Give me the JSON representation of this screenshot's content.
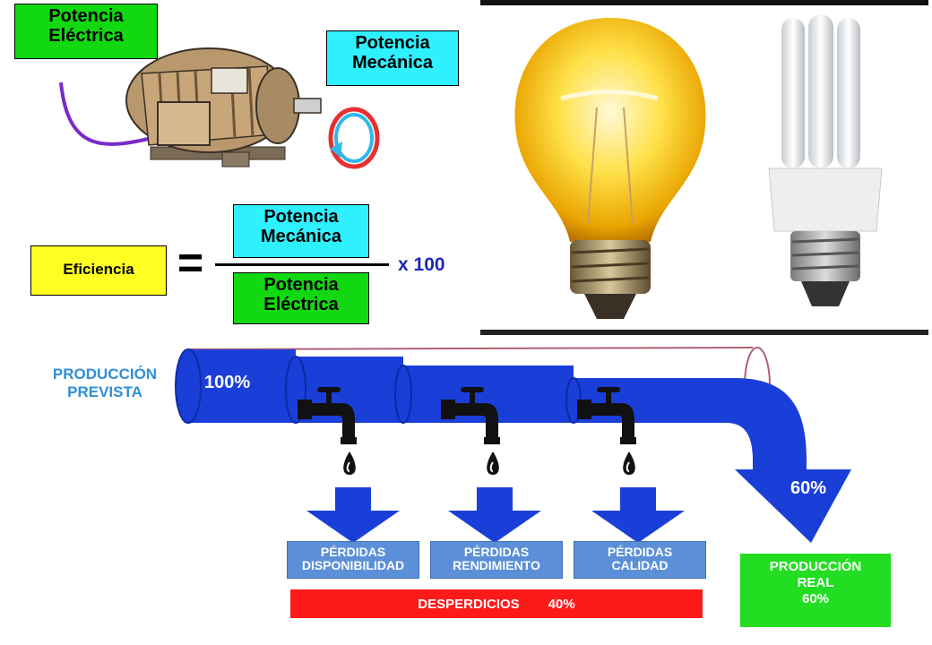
{
  "motor": {
    "electric_power": [
      "Potencia",
      "Eléctrica"
    ],
    "mechanical_power": [
      "Potencia",
      "Mecánica"
    ],
    "efficiency_label": "Eficiencia",
    "equals": "=",
    "numerator": [
      "Potencia",
      "Mecánica"
    ],
    "denominator": [
      "Potencia",
      "Eléctrica"
    ],
    "multiplier": "x 100"
  },
  "pipe": {
    "planned_label": [
      "PRODUCCIÓN",
      "PREVISTA"
    ],
    "start_pct": "100%",
    "end_pct": "60%",
    "losses": [
      {
        "line1": "PÉRDIDAS",
        "line2": "DISPONIBILIDAD"
      },
      {
        "line1": "PÉRDIDAS",
        "line2": "RENDIMIENTO"
      },
      {
        "line1": "PÉRDIDAS",
        "line2": "CALIDAD"
      }
    ],
    "waste_label": "DESPERDICIOS",
    "waste_pct": "40%",
    "real": [
      "PRODUCCIÓN",
      "REAL",
      "60%"
    ]
  },
  "colors": {
    "label_green": "#11d811",
    "label_cyan": "#2ff0ff",
    "label_yellow": "#ffff22",
    "pipe_blue": "#1a3fd8",
    "waste_red": "#ff1a1a",
    "real_green": "#22dd22",
    "loss_blue": "#5b8fd8"
  },
  "icons": [
    "electric-motor-icon",
    "rotation-arrow-icon",
    "incandescent-bulb-icon",
    "cfl-bulb-icon",
    "faucet-icon",
    "down-arrow-icon"
  ]
}
